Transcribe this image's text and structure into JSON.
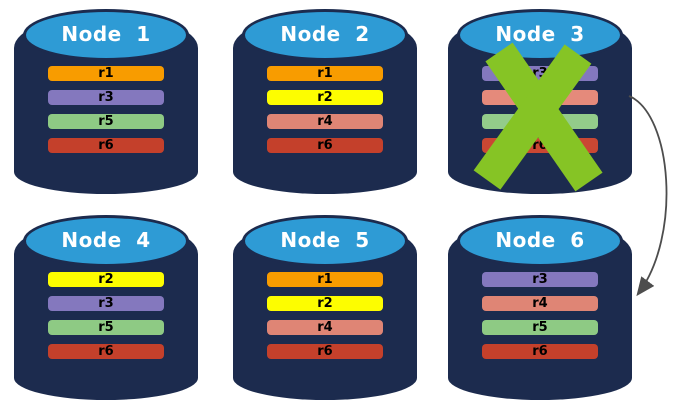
{
  "colors": {
    "cylinder_body": "#1c2b4e",
    "cylinder_top": "#2e9bd5",
    "node_title_text": "#ffffff",
    "bar_text": "#000000",
    "failure_x": "#86c425",
    "arrow": "#4d4d4d"
  },
  "nodes": [
    {
      "label": "Node 1",
      "failed": false,
      "replicas": [
        {
          "id": "r1",
          "color": "#f89c00"
        },
        {
          "id": "r3",
          "color": "#8478be"
        },
        {
          "id": "r5",
          "color": "#8eca84"
        },
        {
          "id": "r6",
          "color": "#c4402b"
        }
      ]
    },
    {
      "label": "Node 2",
      "failed": false,
      "replicas": [
        {
          "id": "r1",
          "color": "#f89c00"
        },
        {
          "id": "r2",
          "color": "#fdfd00"
        },
        {
          "id": "r4",
          "color": "#df8575"
        },
        {
          "id": "r6",
          "color": "#c4402b"
        }
      ]
    },
    {
      "label": "Node 3",
      "failed": true,
      "replicas": [
        {
          "id": "r3",
          "color": "#8478be"
        },
        {
          "id": "r4",
          "color": "#e58a7b"
        },
        {
          "id": "r5",
          "color": "#93cc8a"
        },
        {
          "id": "r6",
          "color": "#ca4733"
        }
      ]
    },
    {
      "label": "Node 4",
      "failed": false,
      "replicas": [
        {
          "id": "r2",
          "color": "#fdfd00"
        },
        {
          "id": "r3",
          "color": "#8478be"
        },
        {
          "id": "r5",
          "color": "#8eca84"
        },
        {
          "id": "r6",
          "color": "#c4402b"
        }
      ]
    },
    {
      "label": "Node 5",
      "failed": false,
      "replicas": [
        {
          "id": "r1",
          "color": "#f89c00"
        },
        {
          "id": "r2",
          "color": "#fdfd00"
        },
        {
          "id": "r4",
          "color": "#df8575"
        },
        {
          "id": "r6",
          "color": "#c4402b"
        }
      ]
    },
    {
      "label": "Node 6",
      "failed": false,
      "replicas": [
        {
          "id": "r3",
          "color": "#8478be"
        },
        {
          "id": "r4",
          "color": "#df8575"
        },
        {
          "id": "r5",
          "color": "#8eca84"
        },
        {
          "id": "r6",
          "color": "#c4402b"
        }
      ]
    }
  ],
  "arrow": {
    "from": "Node 3",
    "to": "Node 6"
  }
}
